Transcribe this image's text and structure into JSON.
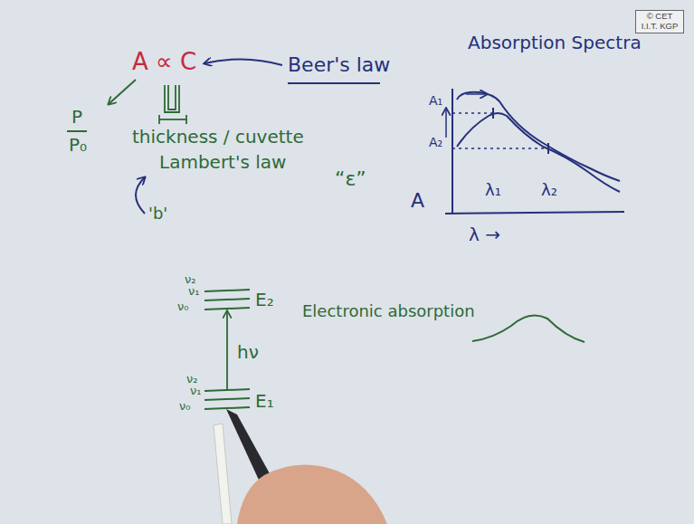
{
  "diagram": {
    "nodes": [
      {
        "text": [
          "© CET I.I.T. KGP"
        ]
      }
    ],
    "labels": [
      "A ∝ C",
      "Beer's law",
      "P",
      "P₀",
      "thickness / cuvette",
      "Lambert's law",
      "'b'",
      "“ε”",
      "Absorption Spectra",
      "A₁",
      "A₂",
      "A",
      "λ₁",
      "λ₂",
      "λ →",
      "ν₂",
      "ν₁",
      "ν₀",
      "E₂",
      "hν",
      "ν₂",
      "ν₁",
      "ν₀",
      "E₁",
      "Electronic absorption"
    ]
  }
}
